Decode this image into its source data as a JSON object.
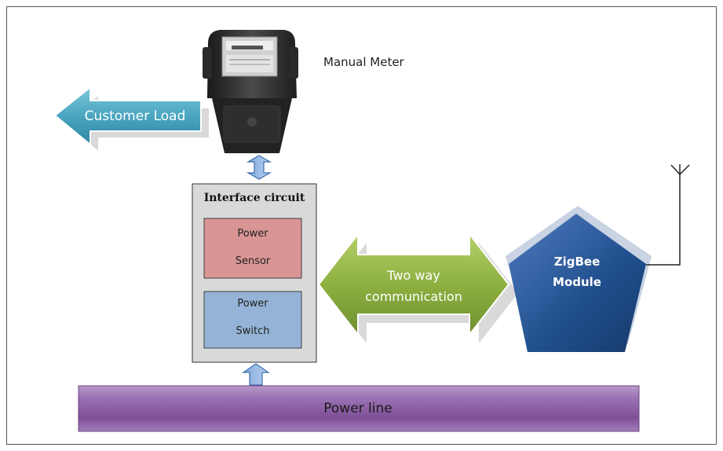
{
  "diagram": {
    "meter_label": "Manual Meter",
    "customer_load_label": "Customer Load",
    "interface_title": "Interface circuit",
    "power_sensor": {
      "line1": "Power",
      "line2": "Sensor"
    },
    "power_switch": {
      "line1": "Power",
      "line2": "Switch"
    },
    "two_way": {
      "line1": "Two way",
      "line2": "communication"
    },
    "zigbee": {
      "line1": "ZigBee",
      "line2": "Module"
    },
    "power_line_label": "Power line"
  },
  "icons": {
    "meter": "electric-meter-icon",
    "antenna": "antenna-icon"
  },
  "colors": {
    "customer_load_arrow": "#4aa5c0",
    "sensor_fill": "#d99594",
    "switch_fill": "#95b3d7",
    "two_way_arrow": "#8db040",
    "zigbee_fill": "#1f4e8c",
    "power_line_fill": "#8e5fa3",
    "interface_fill": "#d9d9d9"
  }
}
